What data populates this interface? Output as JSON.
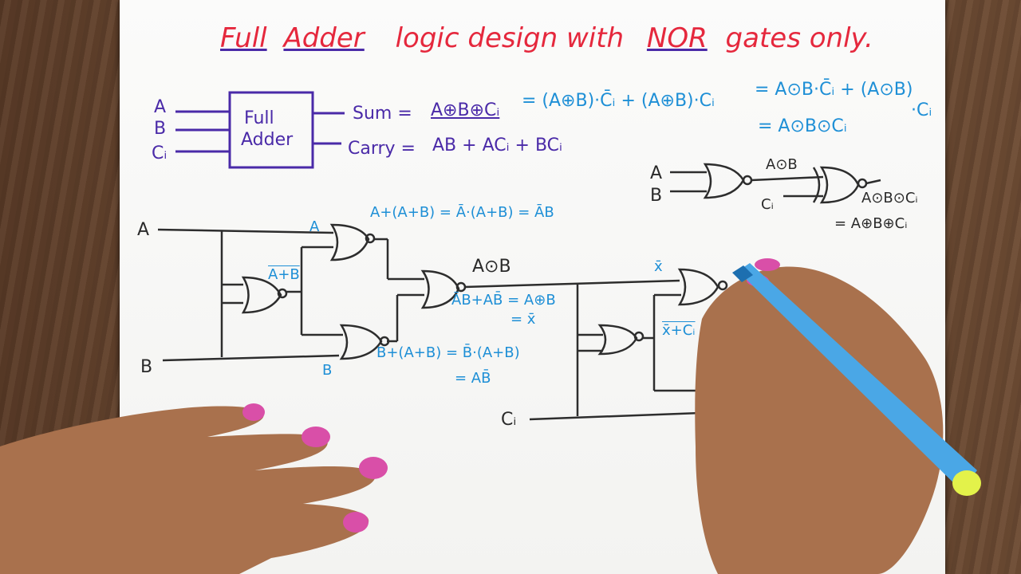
{
  "title": {
    "full": "Full",
    "adder": "Adder",
    "logic": "logic design with",
    "nor": "NOR",
    "rest": "gates only."
  },
  "block": {
    "in_a": "A",
    "in_b": "B",
    "in_c": "Cᵢ",
    "box_line1": "Full",
    "box_line2": "Adder",
    "sum_label": "Sum =",
    "sum_expr": "A⊕B⊕Cᵢ",
    "sum_expand": "= (A⊕B)·C̄ᵢ + (A⊕B)·Cᵢ",
    "sum_xnor": "= A⊙B·C̄ᵢ + (A⊙B)",
    "sum_ci": "·Cᵢ",
    "sum_final": "= A⊙B⊙Cᵢ",
    "carry_label": "Carry =",
    "carry_expr": "AB + ACᵢ + BCᵢ"
  },
  "mini": {
    "a": "A",
    "b": "B",
    "aob": "A⊙B",
    "ci": "Cᵢ",
    "out1": "A⊙B⊙Cᵢ",
    "out2": "= A⊕B⊕Cᵢ"
  },
  "circuit": {
    "a": "A",
    "b": "B",
    "ci": "Cᵢ",
    "gate1_a": "A",
    "gate2_b": "B",
    "a_plus_b": "A+B",
    "eq1": "A+(A+B) = Ā·(A+B) = ĀB",
    "eq2": "B+(A+B) = B̄·(A+B)",
    "eq2b": "= AB̄",
    "aob": "A⊙B",
    "eq3": "ĀB+AB̄ = A⊕B",
    "eq3b": "= x̄",
    "xbar": "x̄",
    "x_plus_ci": "x̄+Cᵢ"
  }
}
